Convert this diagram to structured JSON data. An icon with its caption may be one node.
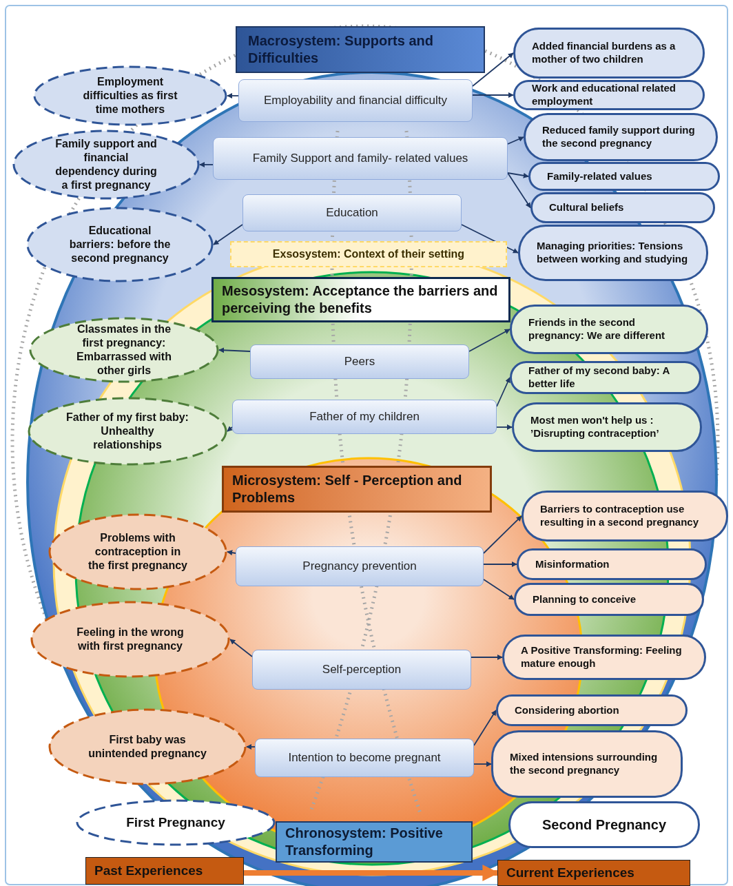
{
  "diagram": {
    "nodes": [
      {
        "text": [
          "Macrosystem: Supports and Difficulties"
        ]
      },
      {
        "text": [
          "Employability and financial difficulty"
        ]
      },
      {
        "text": [
          "Family Support and family- related values"
        ]
      },
      {
        "text": [
          "Education"
        ]
      },
      {
        "text": [
          "Employment difficulties as first time mothers"
        ]
      },
      {
        "text": [
          "Family support and financial dependency during a first pregnancy"
        ]
      },
      {
        "text": [
          "Educational barriers: before the second pregnancy"
        ]
      },
      {
        "text": [
          "Added financial burdens as a mother of two children"
        ]
      },
      {
        "text": [
          "Work and educational related employment"
        ]
      },
      {
        "text": [
          "Reduced family support during the second pregnancy"
        ]
      },
      {
        "text": [
          "Family-related values"
        ]
      },
      {
        "text": [
          "Cultural beliefs"
        ]
      },
      {
        "text": [
          "Managing priorities: Tensions between working and studying"
        ]
      },
      {
        "text": [
          "Exsosystem: Context of their setting"
        ]
      },
      {
        "text": [
          "Mesosystem: Acceptance the barriers and perceiving the benefits"
        ]
      },
      {
        "text": [
          "Peers"
        ]
      },
      {
        "text": [
          "Father of my children"
        ]
      },
      {
        "text": [
          "Classmates in the first pregnancy: Embarrassed with other girls"
        ]
      },
      {
        "text": [
          "Father of my first baby: Unhealthy relationships"
        ]
      },
      {
        "text": [
          "Friends in the second pregnancy: We are different"
        ]
      },
      {
        "text": [
          "Father of my second baby: A better life"
        ]
      },
      {
        "text": [
          "Most men won't help us : ’Disrupting contraception’"
        ]
      },
      {
        "text": [
          "Microsystem: Self - Perception and Problems"
        ]
      },
      {
        "text": [
          "Pregnancy prevention"
        ]
      },
      {
        "text": [
          "Self-perception"
        ]
      },
      {
        "text": [
          "Intention to become pregnant"
        ]
      },
      {
        "text": [
          "Problems with contraception in the first pregnancy"
        ]
      },
      {
        "text": [
          "Feeling in the wrong with first pregnancy"
        ]
      },
      {
        "text": [
          "First baby was unintended pregnancy"
        ]
      },
      {
        "text": [
          "Barriers to contraception use resulting in a second pregnancy"
        ]
      },
      {
        "text": [
          "Misinformation"
        ]
      },
      {
        "text": [
          "Planning to conceive"
        ]
      },
      {
        "text": [
          "A Positive Transforming: Feeling mature enough"
        ]
      },
      {
        "text": [
          "Considering abortion"
        ]
      },
      {
        "text": [
          "Mixed intensions surrounding the second pregnancy"
        ]
      },
      {
        "text": [
          "First Pregnancy"
        ]
      },
      {
        "text": [
          "Second Pregnancy"
        ]
      },
      {
        "text": [
          "Chronosystem: Positive Transforming"
        ]
      },
      {
        "text": [
          "Past Experiences"
        ]
      },
      {
        "text": [
          "Current Experiences"
        ]
      }
    ],
    "edges": [
      {
        "from": 1,
        "to": 4,
        "arrow": "to"
      },
      {
        "from": 1,
        "to": 7,
        "arrow": "to"
      },
      {
        "from": 1,
        "to": 8,
        "arrow": "to"
      },
      {
        "from": 2,
        "to": 5,
        "arrow": "to"
      },
      {
        "from": 2,
        "to": 9,
        "arrow": "to"
      },
      {
        "from": 2,
        "to": 10,
        "arrow": "to"
      },
      {
        "from": 2,
        "to": 11,
        "arrow": "to"
      },
      {
        "from": 3,
        "to": 6,
        "arrow": "to"
      },
      {
        "from": 3,
        "to": 12,
        "arrow": "to"
      },
      {
        "from": 15,
        "to": 17,
        "arrow": "to"
      },
      {
        "from": 15,
        "to": 19,
        "arrow": "to"
      },
      {
        "from": 16,
        "to": 18,
        "arrow": "to"
      },
      {
        "from": 16,
        "to": 20,
        "arrow": "to"
      },
      {
        "from": 16,
        "to": 21,
        "arrow": "to"
      },
      {
        "from": 23,
        "to": 26,
        "arrow": "to"
      },
      {
        "from": 23,
        "to": 29,
        "arrow": "to"
      },
      {
        "from": 23,
        "to": 30,
        "arrow": "to"
      },
      {
        "from": 23,
        "to": 31,
        "arrow": "to"
      },
      {
        "from": 24,
        "to": 27,
        "arrow": "to"
      },
      {
        "from": 24,
        "to": 32,
        "arrow": "to"
      },
      {
        "from": 25,
        "to": 28,
        "arrow": "to"
      },
      {
        "from": 25,
        "to": 33,
        "arrow": "to"
      },
      {
        "from": 25,
        "to": 34,
        "arrow": "to"
      },
      {
        "from": 38,
        "to": 39,
        "arrow": "to",
        "style": "thick",
        "color": "#ed7d31"
      }
    ]
  }
}
